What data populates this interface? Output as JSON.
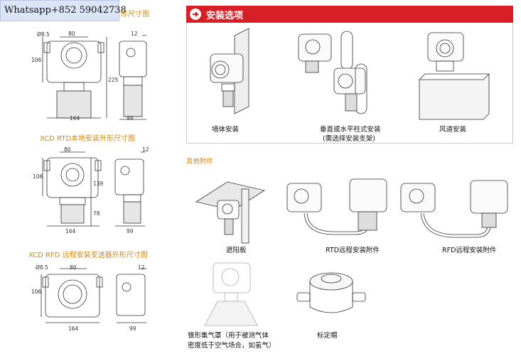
{
  "contact": {
    "whatsapp": "Whatsapp+852 59042738"
  },
  "left": {
    "title1_partial": "形尺寸图",
    "title2": "XCD  RTD本地安装外形尺寸图",
    "title3": "XCD  RFD 远程安装变送器外形尺寸图",
    "dims1": {
      "d": "Ø8.5",
      "w80": "80",
      "w12": "12",
      "h106": "106",
      "h225": "225",
      "w164": "164",
      "w99": "99"
    },
    "dims2": {
      "w80": "80",
      "w12": "12",
      "h106": "106",
      "h139": "139",
      "h78": "78",
      "w164": "164",
      "w99": "99"
    },
    "dims3": {
      "d": "Ø8.5",
      "w80": "80",
      "w12": "12",
      "h106": "106",
      "w164": "164",
      "w99": "99"
    }
  },
  "install": {
    "title": "安装选项",
    "caption_wall": "墙体安装",
    "caption_pole_1": "垂直或水平柱式安装",
    "caption_pole_2": "(需选择安装支架)",
    "caption_duct": "风道安装"
  },
  "accessories": {
    "title": "其他附件",
    "caption_shade": "遮阳板",
    "caption_rtd": "RTD远程安装附件",
    "caption_rfd": "RFD远程安装附件",
    "caption_cone_1": "锥形集气罩（用于被测气体",
    "caption_cone_2": "密度低于空气场合，如氢气）",
    "caption_cal": "标定帽"
  },
  "colors": {
    "header_red": "#d91f26",
    "label_orange": "#d08a1c"
  }
}
